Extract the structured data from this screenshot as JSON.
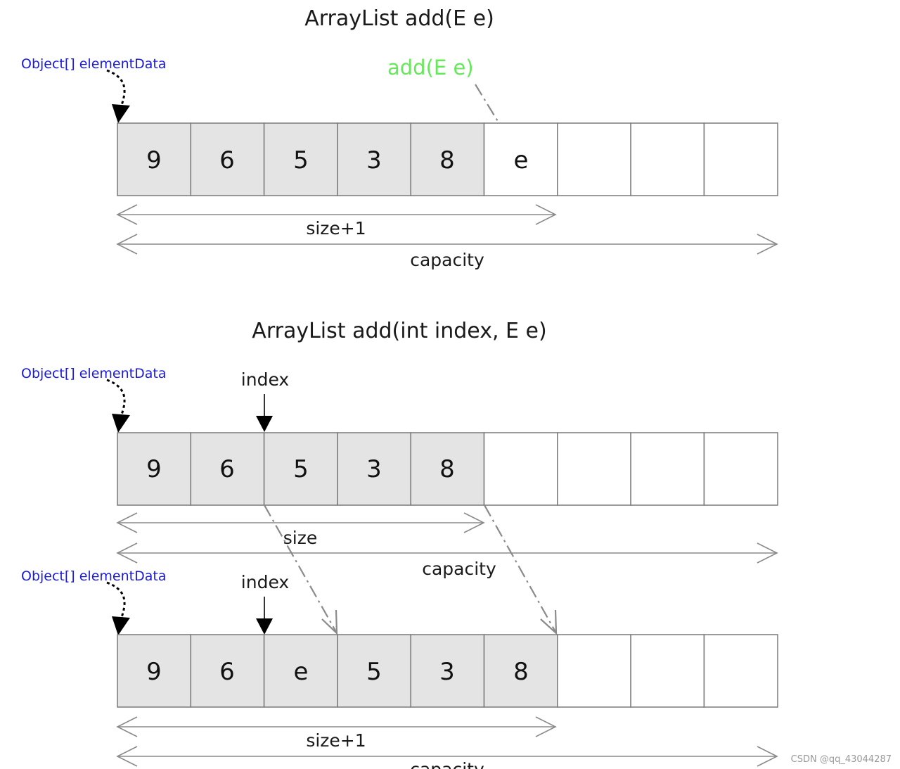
{
  "colors": {
    "filled": "#e4e4e4",
    "empty": "#ffffff",
    "border": "#7a7a7a",
    "pointer_text": "#1a1adb",
    "highlight": "#66e85a",
    "line": "#8a8a8a",
    "text": "#1a1a1a"
  },
  "panels": [
    {
      "title": "ArrayList add(E e)",
      "pointer_label": "Object[] elementData",
      "index_label": "",
      "method_label": "add(E e)",
      "cells": [
        "9",
        "6",
        "5",
        "3",
        "8",
        "e",
        "",
        "",
        ""
      ],
      "filled_count": 5,
      "highlight_cell": 5,
      "size_label": "size+1",
      "size_cells": 6,
      "size_highlight": true,
      "capacity_label": "capacity"
    },
    {
      "title": "ArrayList add(int index, E e)",
      "pointer_label": "Object[] elementData",
      "index_label": "index",
      "index_cell": 2,
      "cells": [
        "9",
        "6",
        "5",
        "3",
        "8",
        "",
        "",
        "",
        ""
      ],
      "filled_count": 5,
      "highlight_cell": -1,
      "size_label": "size",
      "size_cells": 5,
      "size_highlight": false,
      "capacity_label": "capacity"
    },
    {
      "title": "",
      "pointer_label": "Object[] elementData",
      "index_label": "index",
      "index_cell": 2,
      "cells": [
        "9",
        "6",
        "e",
        "5",
        "3",
        "8",
        "",
        "",
        ""
      ],
      "filled_count": 6,
      "highlight_cell": 2,
      "size_label": "size+1",
      "size_cells": 6,
      "size_highlight": true,
      "capacity_label": "capacity"
    }
  ],
  "watermark": "CSDN @qq_43044287"
}
